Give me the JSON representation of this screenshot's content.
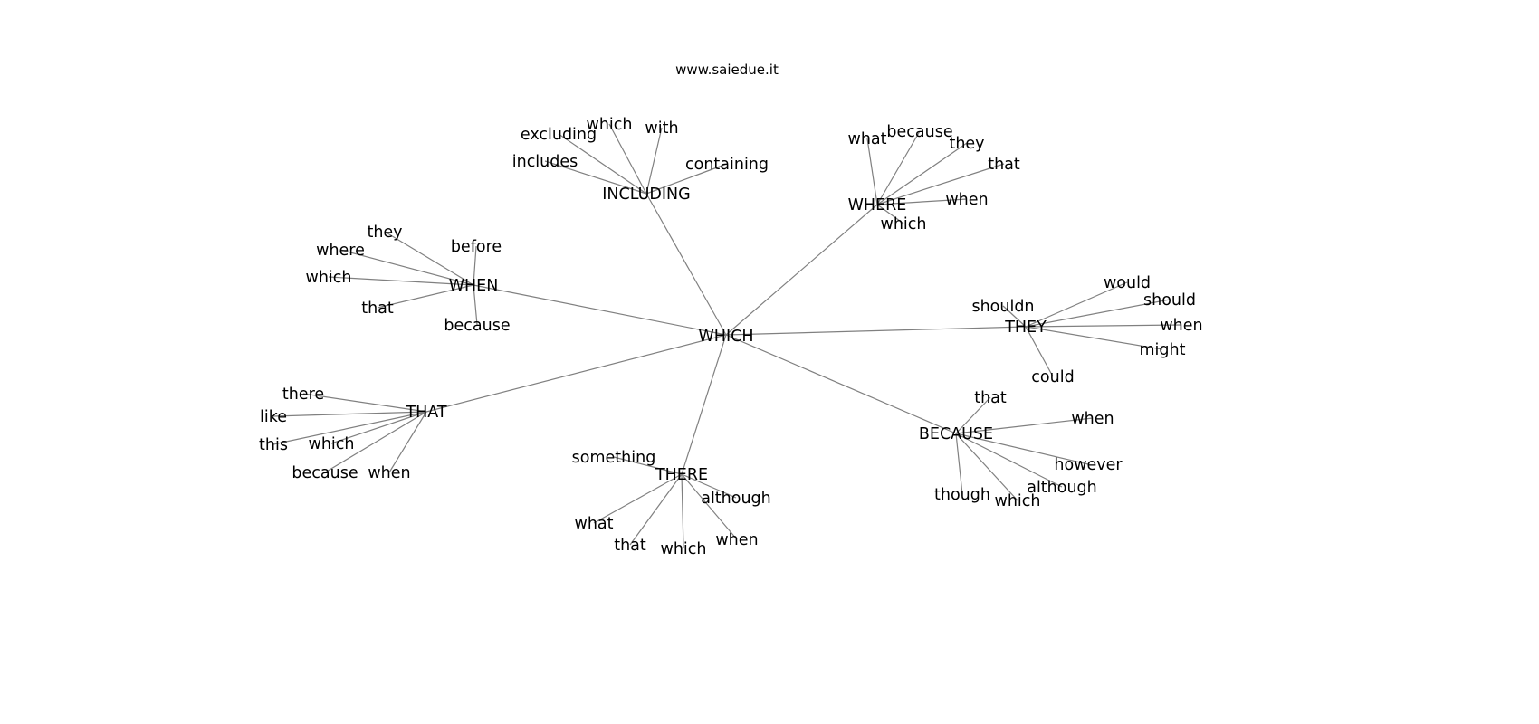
{
  "title": "www.saiedue.it",
  "hub": "WHICH",
  "groups": [
    {
      "label": "INCLUDING",
      "children": [
        "includes",
        "excluding",
        "which",
        "with",
        "containing"
      ]
    },
    {
      "label": "WHERE",
      "children": [
        "what",
        "because",
        "they",
        "that",
        "when",
        "which"
      ]
    },
    {
      "label": "WHEN",
      "children": [
        "they",
        "where",
        "which",
        "that",
        "before",
        "because"
      ]
    },
    {
      "label": "THEY",
      "children": [
        "shouldn",
        "would",
        "should",
        "when",
        "might",
        "could"
      ]
    },
    {
      "label": "THAT",
      "children": [
        "there",
        "like",
        "this",
        "which",
        "because",
        "when"
      ]
    },
    {
      "label": "THERE",
      "children": [
        "something",
        "although",
        "what",
        "that",
        "which",
        "when"
      ]
    },
    {
      "label": "BECAUSE",
      "children": [
        "that",
        "when",
        "however",
        "although",
        "which",
        "though"
      ]
    }
  ]
}
